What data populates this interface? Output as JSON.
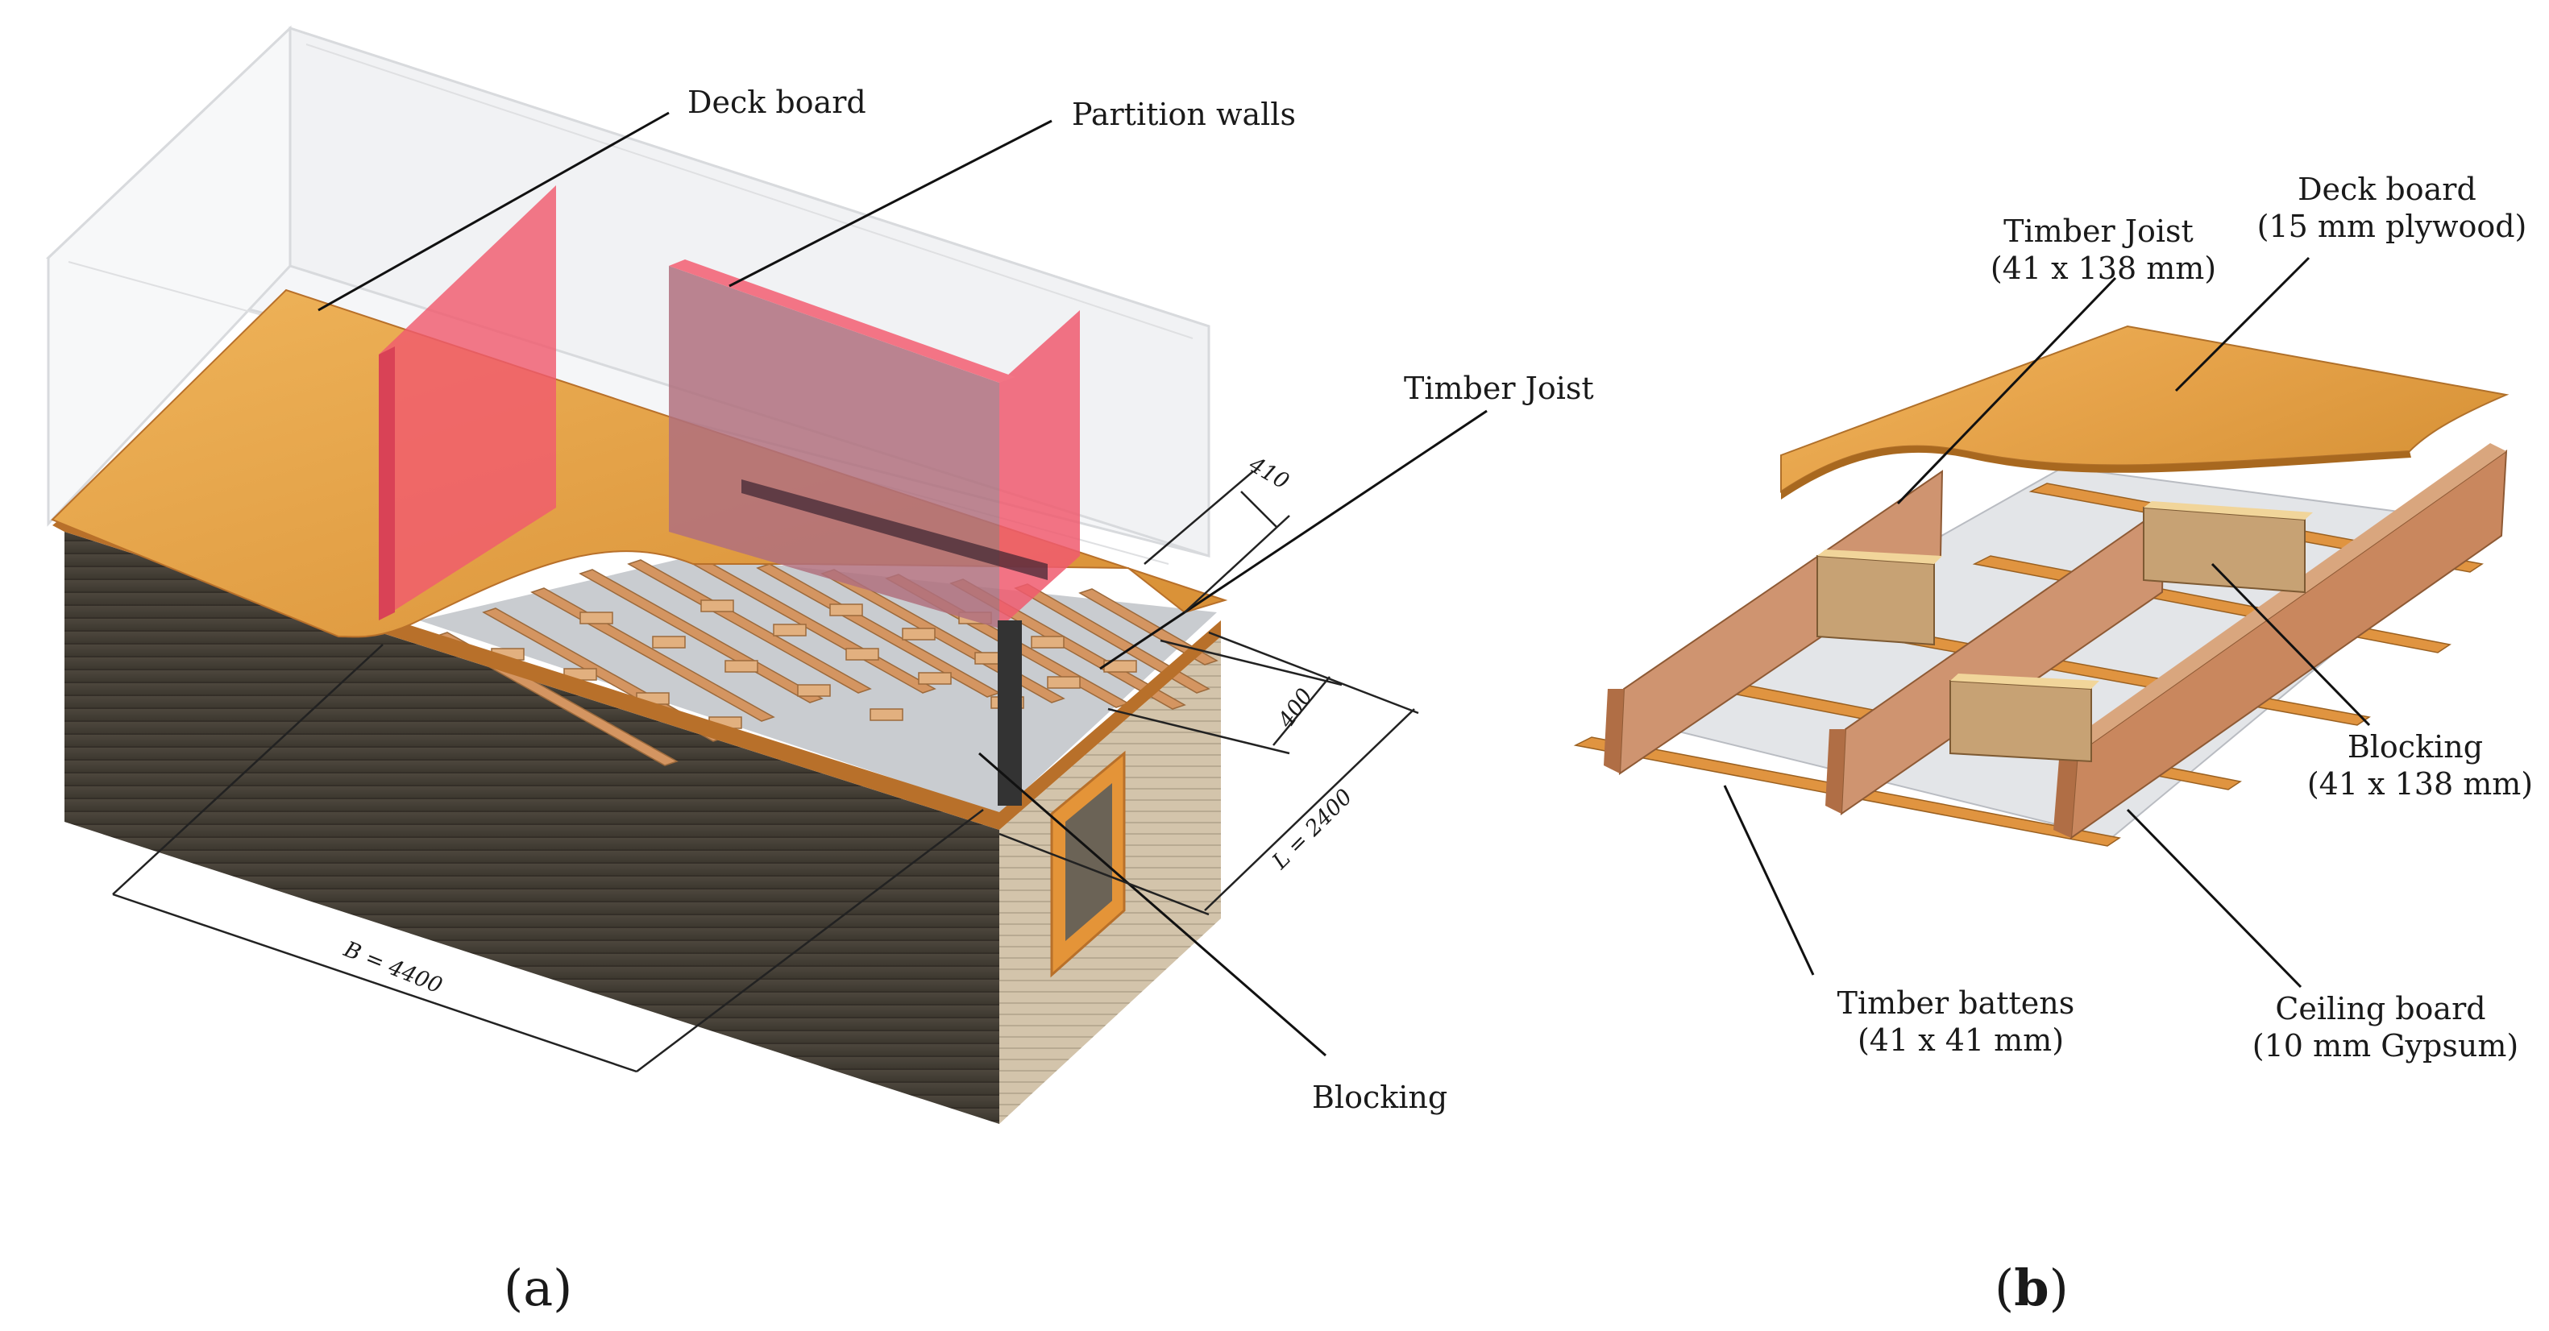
{
  "panel_a": {
    "label_open": "(",
    "label_letter": "a",
    "label_close": ")",
    "callouts": {
      "deck_board": "Deck board",
      "partition_walls": "Partition walls",
      "timber_joist": "Timber Joist",
      "blocking": "Blocking"
    },
    "dimensions": {
      "spacing_top": "410",
      "spacing_side": "400",
      "length": "L = 2400",
      "breadth": "B = 4400"
    }
  },
  "panel_b": {
    "label_open": "(",
    "label_letter": "b",
    "label_close": ")",
    "callouts": {
      "deck_board": {
        "line1": "Deck board",
        "line2": "(15 mm plywood)"
      },
      "timber_joist": {
        "line1": "Timber Joist",
        "line2": "(41 x 138 mm)"
      },
      "blocking": {
        "line1": "Blocking",
        "line2": "(41 x 138 mm)"
      },
      "timber_battens": {
        "line1": "Timber battens",
        "line2": "(41 x 41 mm)"
      },
      "ceiling_board": {
        "line1": "Ceiling board",
        "line2": "(10 mm Gypsum)"
      }
    }
  },
  "colors": {
    "plywood": "#e6a045",
    "timber": "#c98a5a",
    "partition": "#f05a6e",
    "cladding": "#4a443a",
    "gypsum": "#dcdfe2"
  }
}
